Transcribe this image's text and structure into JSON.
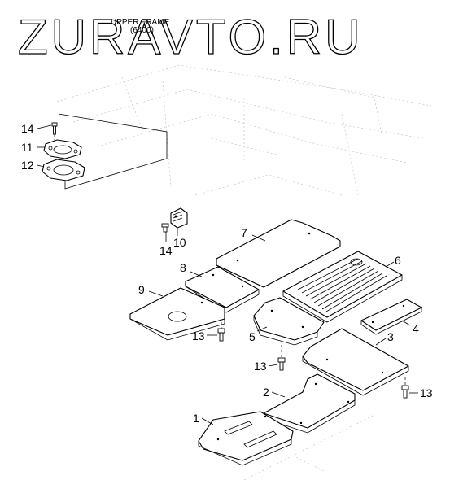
{
  "watermark": "ZURAVTO.RU",
  "frame_label": {
    "line1": "UPPER FRAME",
    "line2": "(6400)"
  },
  "callouts": {
    "c1": "1",
    "c2": "2",
    "c3": "3",
    "c4": "4",
    "c5": "5",
    "c6": "6",
    "c7": "7",
    "c8": "8",
    "c9": "9",
    "c10": "10",
    "c11": "11",
    "c12": "12",
    "c13a": "13",
    "c13b": "13",
    "c13c": "13",
    "c14a": "14",
    "c14b": "14"
  }
}
